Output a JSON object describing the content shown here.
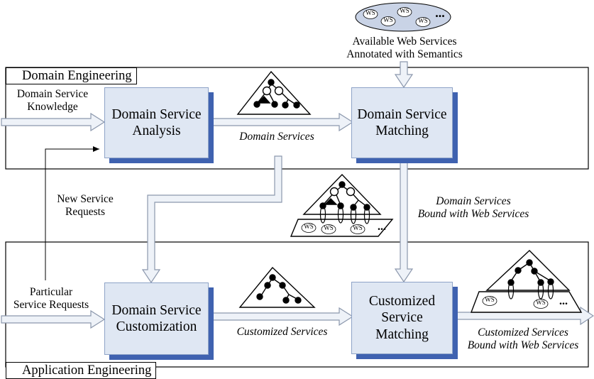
{
  "domain_engineering": {
    "title": "Domain Engineering"
  },
  "application_engineering": {
    "title": "Application Engineering"
  },
  "web_services_pool": {
    "ws_label": "WS",
    "ellipsis": "...",
    "caption_line1": "Available Web Services",
    "caption_line2": "Annotated with Semantics"
  },
  "processes": {
    "analysis": {
      "line1": "Domain Service",
      "line2": "Analysis"
    },
    "matching": {
      "line1": "Domain Service",
      "line2": "Matching"
    },
    "customization": {
      "line1": "Domain Service",
      "line2": "Customization"
    },
    "customized_matching": {
      "line1": "Customized",
      "line2": "Service",
      "line3": "Matching"
    }
  },
  "labels": {
    "domain_knowledge_line1": "Domain Service",
    "domain_knowledge_line2": "Knowledge",
    "domain_services": "Domain Services",
    "new_requests_line1": "New Service",
    "new_requests_line2": "Requests",
    "bound_line1": "Domain Services",
    "bound_line2": "Bound with Web Services",
    "particular_line1": "Particular",
    "particular_line2": "Service Requests",
    "customized_services": "Customized Services",
    "customized_bound_line1": "Customized Services",
    "customized_bound_line2": "Bound with Web Services"
  }
}
